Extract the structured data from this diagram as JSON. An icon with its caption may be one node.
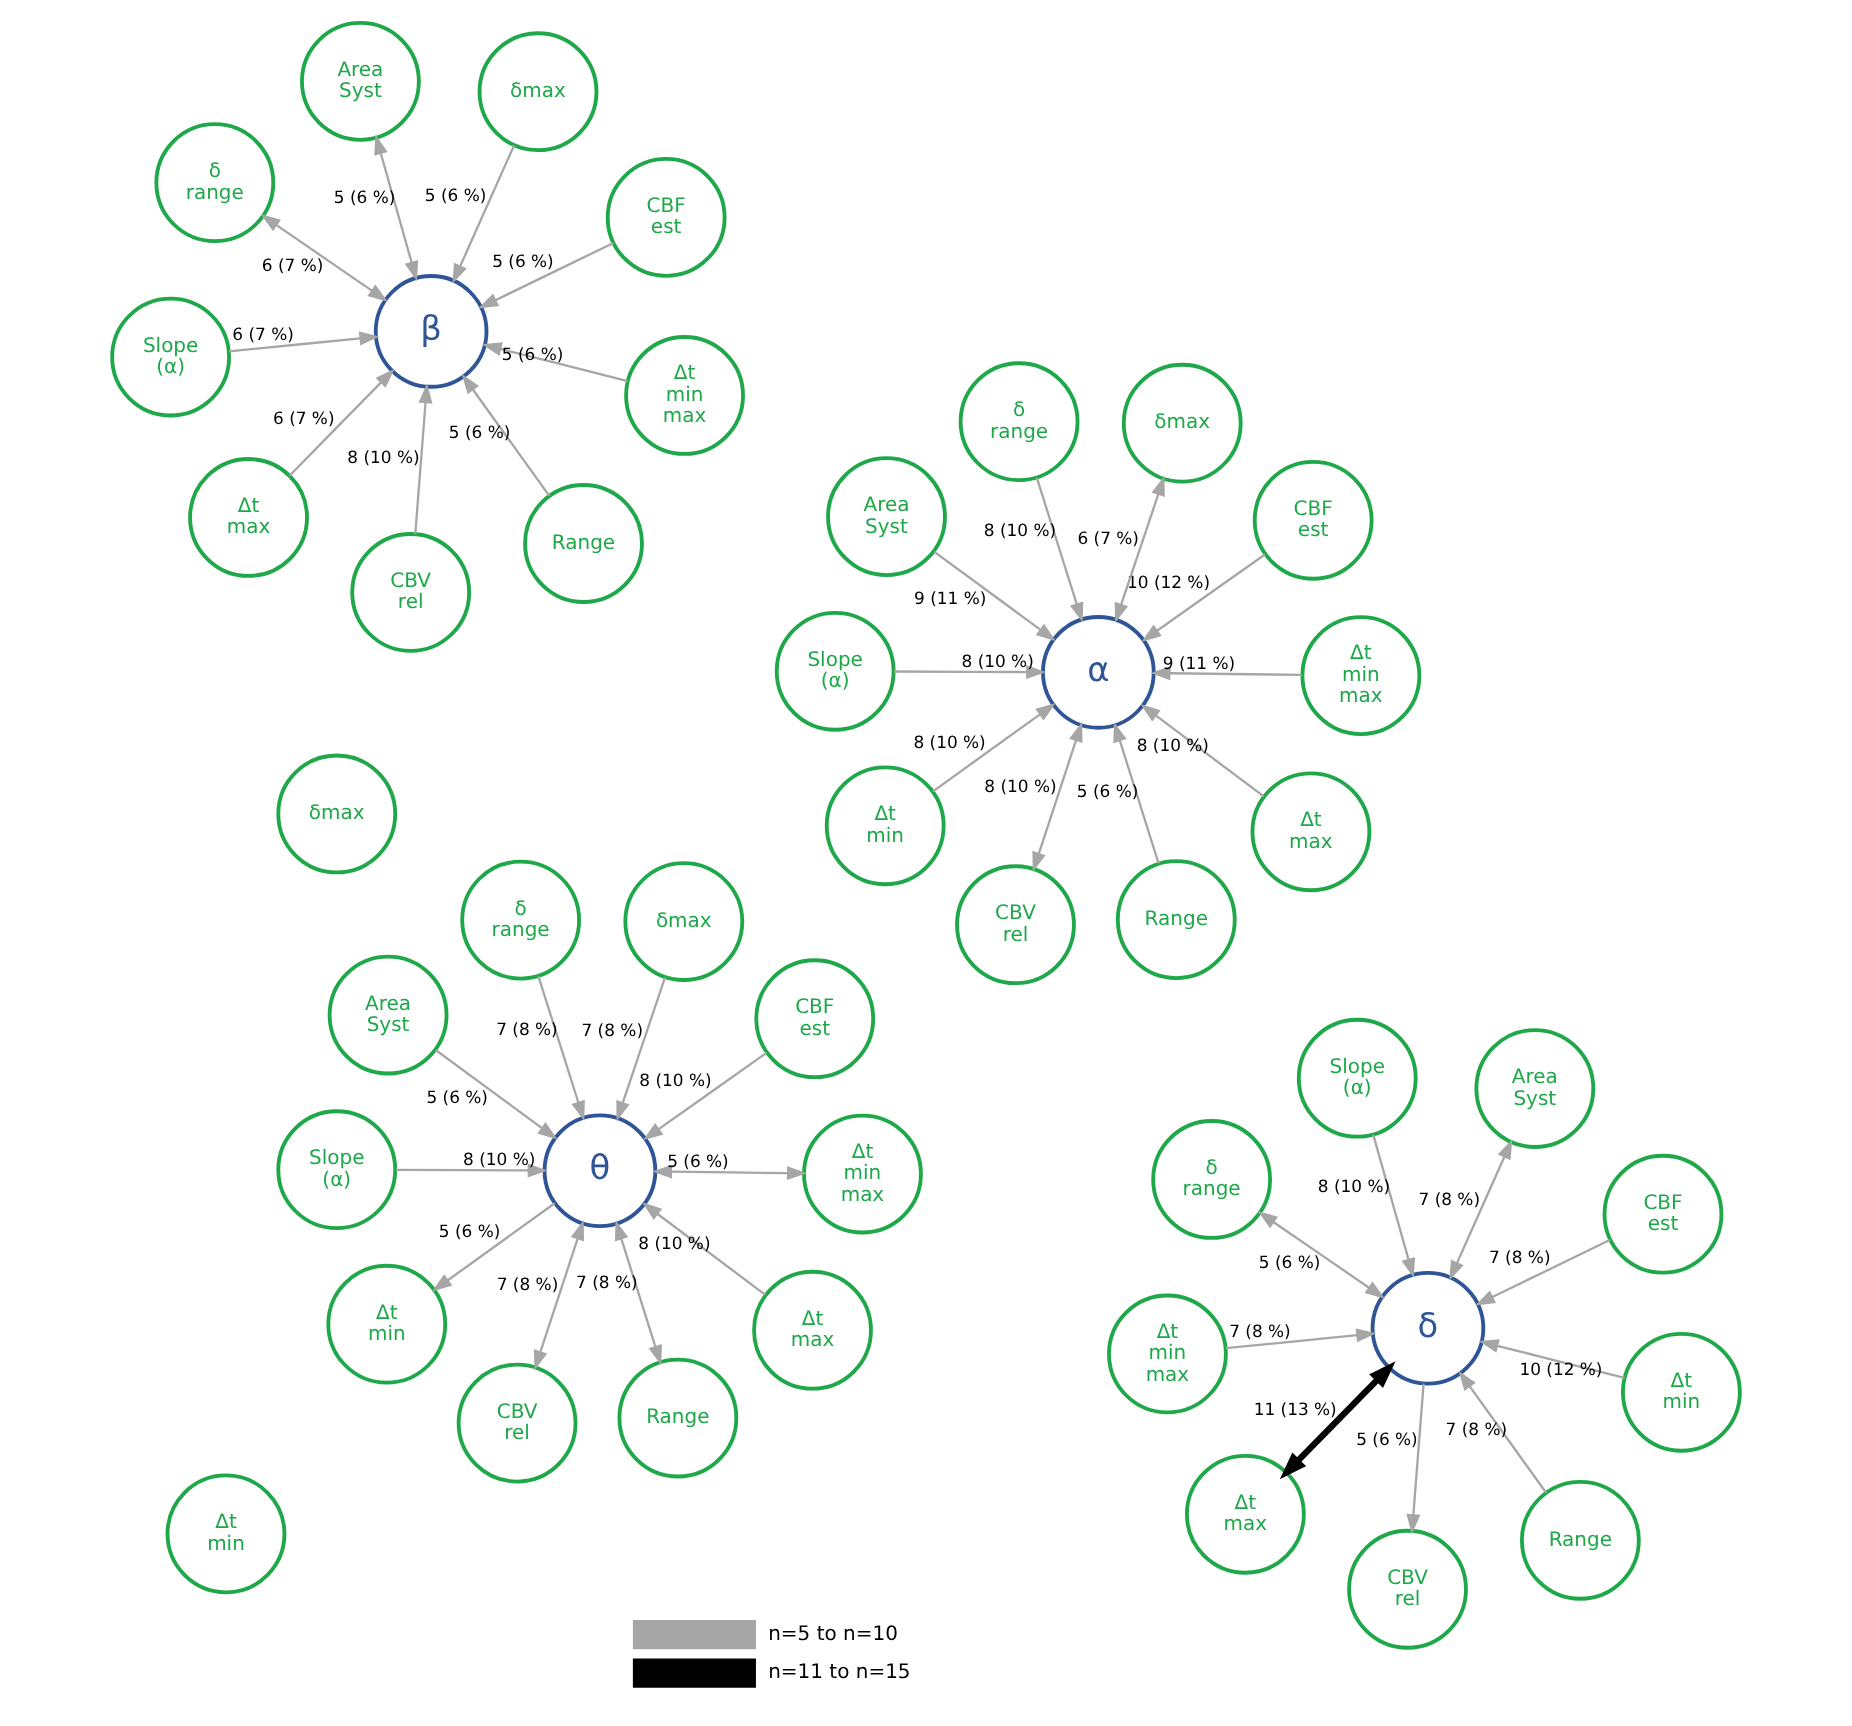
{
  "diagram": {
    "nodes": [
      {
        "text": [
          "δ"
        ]
      },
      {
        "text": [
          "CBF est"
        ]
      },
      {
        "text": [
          "CBV rel"
        ]
      },
      {
        "text": [
          "δ range"
        ]
      },
      {
        "text": [
          "δmax"
        ]
      },
      {
        "text": [
          "Area Syst"
        ]
      },
      {
        "text": [
          "Slope (α)"
        ]
      },
      {
        "text": [
          "Δt min max"
        ]
      },
      {
        "text": [
          "Δt min"
        ]
      },
      {
        "text": [
          "Δt max"
        ]
      },
      {
        "text": [
          "Range"
        ]
      },
      {
        "text": [
          "θ"
        ]
      },
      {
        "text": [
          "CBF est"
        ]
      },
      {
        "text": [
          "CBV rel"
        ]
      },
      {
        "text": [
          "δ range"
        ]
      },
      {
        "text": [
          "δmax"
        ]
      },
      {
        "text": [
          "Area Syst"
        ]
      },
      {
        "text": [
          "Slope (α)"
        ]
      },
      {
        "text": [
          "Δt min max"
        ]
      },
      {
        "text": [
          "Δt min"
        ]
      },
      {
        "text": [
          "Δt max"
        ]
      },
      {
        "text": [
          "Range"
        ]
      },
      {
        "text": [
          "α"
        ]
      },
      {
        "text": [
          "CBF est"
        ]
      },
      {
        "text": [
          "CBV rel"
        ]
      },
      {
        "text": [
          "δ range"
        ]
      },
      {
        "text": [
          "δmax"
        ]
      },
      {
        "text": [
          "Area Syst"
        ]
      },
      {
        "text": [
          "Slope (α)"
        ]
      },
      {
        "text": [
          "Δt min max"
        ]
      },
      {
        "text": [
          "Δt min"
        ]
      },
      {
        "text": [
          "Δt max"
        ]
      },
      {
        "text": [
          "Range"
        ]
      },
      {
        "text": [
          "β"
        ]
      },
      {
        "text": [
          "CBF est"
        ]
      },
      {
        "text": [
          "CBV rel"
        ]
      },
      {
        "text": [
          "δ range"
        ]
      },
      {
        "text": [
          "δmax"
        ]
      },
      {
        "text": [
          "Area Syst"
        ]
      },
      {
        "text": [
          "Slope (α)"
        ]
      },
      {
        "text": [
          "Δt min max"
        ]
      },
      {
        "text": [
          "Δt min"
        ]
      },
      {
        "text": [
          "Δt max"
        ]
      },
      {
        "text": [
          "Range"
        ]
      }
    ],
    "edges": [
      {
        "from": 10,
        "to": 0,
        "arrow": "to",
        "label": "7 (8 %)"
      },
      {
        "from": 1,
        "to": 0,
        "arrow": "to",
        "label": "7 (8 %)"
      },
      {
        "from": 0,
        "to": 2,
        "arrow": "to",
        "label": "5 (6 %)"
      },
      {
        "from": 0,
        "to": 3,
        "arrow": "both",
        "label": "5 (6 %)"
      },
      {
        "from": 0,
        "to": 5,
        "arrow": "both",
        "label": "7 (8 %)"
      },
      {
        "from": 6,
        "to": 0,
        "arrow": "to",
        "label": "8 (10 %)"
      },
      {
        "from": 7,
        "to": 0,
        "arrow": "to",
        "label": "7 (8 %)"
      },
      {
        "from": 8,
        "to": 0,
        "arrow": "to",
        "label": "10 (12 %)"
      },
      {
        "from": 9,
        "to": 0,
        "arrow": "both",
        "label": "11 (13 %)",
        "style": "thick",
        "color": "#000000"
      },
      {
        "from": 21,
        "to": 11,
        "arrow": "both",
        "label": "7 (8 %)"
      },
      {
        "from": 12,
        "to": 11,
        "arrow": "to",
        "label": "8 (10 %)"
      },
      {
        "from": 13,
        "to": 11,
        "arrow": "both",
        "label": "7 (8 %)"
      },
      {
        "from": 14,
        "to": 11,
        "arrow": "to",
        "label": "7 (8 %)"
      },
      {
        "from": 15,
        "to": 11,
        "arrow": "to",
        "label": "7 (8 %)"
      },
      {
        "from": 16,
        "to": 11,
        "arrow": "to",
        "label": "5 (6 %)"
      },
      {
        "from": 17,
        "to": 11,
        "arrow": "to",
        "label": "8 (10 %)"
      },
      {
        "from": 18,
        "to": 11,
        "arrow": "both",
        "label": "5 (6 %)"
      },
      {
        "from": 11,
        "to": 19,
        "arrow": "to",
        "label": "5 (6 %)"
      },
      {
        "from": 20,
        "to": 11,
        "arrow": "to",
        "label": "8 (10 %)"
      },
      {
        "from": 32,
        "to": 22,
        "arrow": "to",
        "label": "5 (6 %)"
      },
      {
        "from": 23,
        "to": 22,
        "arrow": "to",
        "label": "10 (12 %)"
      },
      {
        "from": 24,
        "to": 22,
        "arrow": "both",
        "label": "8 (10 %)"
      },
      {
        "from": 25,
        "to": 22,
        "arrow": "to",
        "label": "8 (10 %)"
      },
      {
        "from": 26,
        "to": 22,
        "arrow": "both",
        "label": "6 (7 %)"
      },
      {
        "from": 27,
        "to": 22,
        "arrow": "to",
        "label": "9 (11 %)"
      },
      {
        "from": 28,
        "to": 22,
        "arrow": "to",
        "label": "8 (10 %)"
      },
      {
        "from": 29,
        "to": 22,
        "arrow": "to",
        "label": "9 (11 %)"
      },
      {
        "from": 30,
        "to": 22,
        "arrow": "to",
        "label": "8 (10 %)"
      },
      {
        "from": 31,
        "to": 22,
        "arrow": "to",
        "label": "8 (10 %)"
      },
      {
        "from": 43,
        "to": 33,
        "arrow": "to",
        "label": "5 (6 %)"
      },
      {
        "from": 34,
        "to": 33,
        "arrow": "to",
        "label": "5 (6 %)"
      },
      {
        "from": 35,
        "to": 33,
        "arrow": "to",
        "label": "8 (10 %)"
      },
      {
        "from": 36,
        "to": 33,
        "arrow": "both",
        "label": "6 (7 %)"
      },
      {
        "from": 37,
        "to": 33,
        "arrow": "to",
        "label": "5 (6 %)"
      },
      {
        "from": 33,
        "to": 38,
        "arrow": "both",
        "label": "5 (6 %)"
      },
      {
        "from": 39,
        "to": 33,
        "arrow": "to",
        "label": "6 (7 %)"
      },
      {
        "from": 40,
        "to": 33,
        "arrow": "to",
        "label": "5 (6 %)"
      },
      {
        "from": 42,
        "to": 33,
        "arrow": "to",
        "label": "6 (7 %)"
      }
    ],
    "legend": [
      {
        "text": "n=5 to n=10"
      },
      {
        "text": "n=11 to n=15"
      }
    ]
  }
}
